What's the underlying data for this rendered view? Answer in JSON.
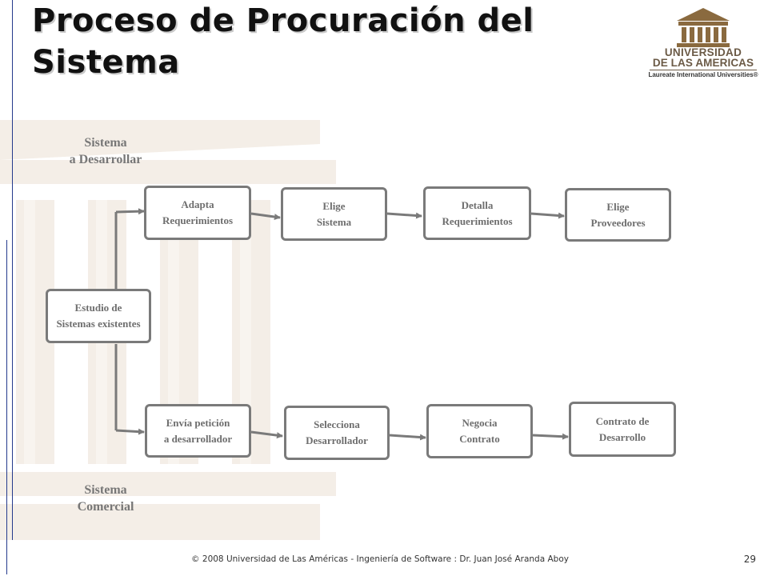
{
  "slide": {
    "title": "Proceso de Procuración del Sistema",
    "footer": "© 2008 Universidad de  Las Américas  - Ingeniería de Software : Dr. Juan José Aranda Aboy",
    "page_number": "29"
  },
  "logo": {
    "line1": "UNIVERSIDAD",
    "line2": "DE LAS AMERICAS",
    "line3": "Laureate International Universities®",
    "icon": "building-columns-icon",
    "color": "#8a6a3f"
  },
  "diagram": {
    "colors": {
      "stroke": "#7a7a7a",
      "text": "#6e6e6e",
      "watermark": "#f3ede6"
    },
    "group_labels": {
      "top": "Sistema\na Desarrollar",
      "bottom": "Sistema\nComercial"
    },
    "nodes": {
      "estudio": "Estudio de\nSistemas existentes",
      "adapta": "Adapta\nRequerimientos",
      "elige_sistema": "Elige\nSistema",
      "detalla": "Detalla\nRequerimientos",
      "elige_proveedores": "Elige\nProveedores",
      "envia": "Envía petición\na desarrollador",
      "selecciona": "Selecciona\nDesarrollador",
      "negocia": "Negocia\nContrato",
      "contrato": "Contrato de\nDesarrollo"
    }
  }
}
